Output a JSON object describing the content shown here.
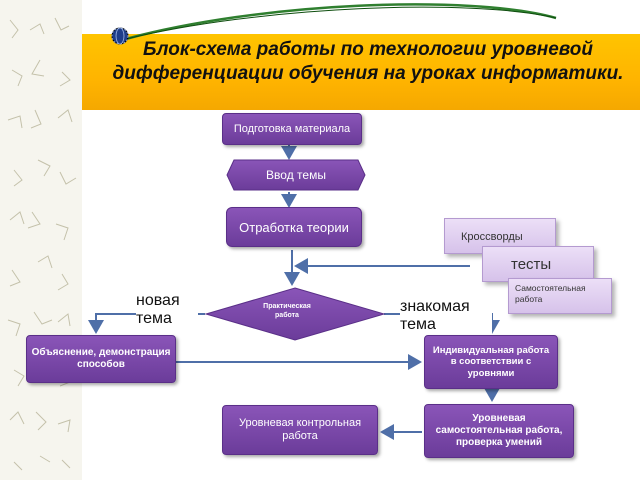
{
  "title": "Блок-схема работы по технологии уровневой дифференциации обучения на уроках информатики.",
  "nodes": {
    "preparation": "Подготовка материала",
    "topic_intro": "Ввод темы",
    "theory": "Отработка теории",
    "practical": "Практическая работа",
    "explanation": "Объяснение, демонстрация способов",
    "individual": "Индивидуальная работа в соответствии с уровнями",
    "level_independent": "Уровневая самостоятельная работа, проверка умений",
    "level_test": "Уровневая контрольная работа"
  },
  "materials": {
    "crosswords": "Кроссворды",
    "tests": "тесты",
    "independent": "Самостоятельная работа"
  },
  "branches": {
    "new_topic": "новая тема",
    "familiar_topic": "знакомая тема"
  },
  "colors": {
    "title_band": "#ffc400",
    "node_fill": "#7a48aa",
    "material_fill": "#e2d2f0",
    "arrow": "#4f6fa8"
  }
}
